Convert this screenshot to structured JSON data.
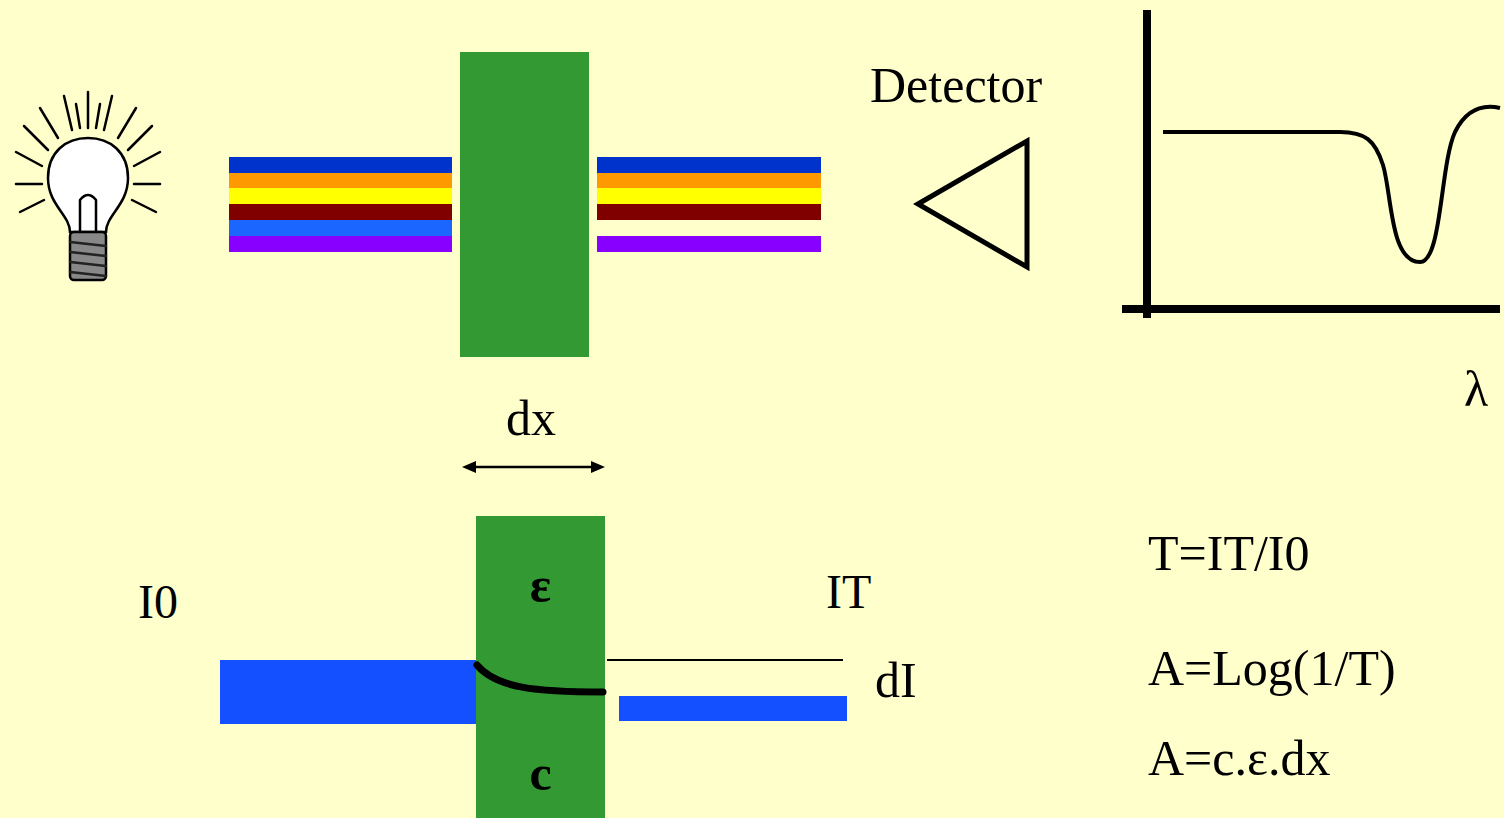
{
  "diagram": {
    "nodes": [
      {
        "text": [
          "Detector"
        ]
      },
      {
        "text": [
          "ε",
          "c"
        ]
      }
    ],
    "labels": [
      "λ",
      "dx",
      "I0",
      "IT",
      "dI",
      "T=IT/I0",
      "A=Log(1/T)",
      "A=c.ε.dx"
    ]
  }
}
